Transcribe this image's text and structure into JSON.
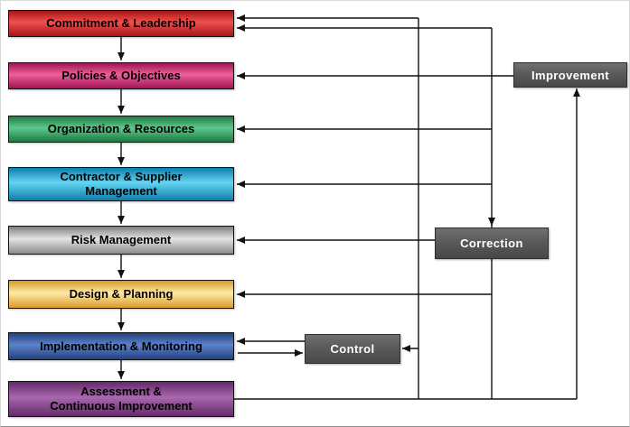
{
  "diagram": {
    "flow_boxes": [
      {
        "id": "commitment-leadership",
        "label": "Commitment & Leadership",
        "colors": {
          "top": "#a51417",
          "mid": "#f0504d",
          "bottom": "#a51417"
        }
      },
      {
        "id": "policies-objectives",
        "label": "Policies & Objectives",
        "colors": {
          "top": "#9c1653",
          "mid": "#ee5f9b",
          "bottom": "#9c1653"
        }
      },
      {
        "id": "organization-resources",
        "label": "Organization & Resources",
        "colors": {
          "top": "#1d7a44",
          "mid": "#5ec98a",
          "bottom": "#1d7a44"
        }
      },
      {
        "id": "contractor-supplier-management",
        "label": "Contractor & Supplier\nManagement",
        "colors": {
          "top": "#0b7fae",
          "mid": "#66d4f0",
          "bottom": "#0b7fae"
        }
      },
      {
        "id": "risk-management",
        "label": "Risk Management",
        "colors": {
          "top": "#7f7f7f",
          "mid": "#e3e3e3",
          "bottom": "#8a8a8a"
        }
      },
      {
        "id": "design-planning",
        "label": "Design & Planning",
        "colors": {
          "top": "#d89b27",
          "mid": "#ffe9a8",
          "bottom": "#d89b27"
        }
      },
      {
        "id": "implementation-monitoring",
        "label": "Implementation & Monitoring",
        "colors": {
          "top": "#20407f",
          "mid": "#5f82c8",
          "bottom": "#20407f"
        }
      },
      {
        "id": "assessment-continuous-improvement",
        "label": "Assessment &\nContinuous Improvement",
        "colors": {
          "top": "#642a68",
          "mid": "#a868ae",
          "bottom": "#642a68"
        }
      }
    ],
    "feedback_boxes": [
      {
        "id": "improvement",
        "label": "Improvement",
        "colors": {
          "top": "#707070",
          "mid": "#5a5a5a",
          "bottom": "#484848"
        }
      },
      {
        "id": "correction",
        "label": "Correction",
        "colors": {
          "top": "#707070",
          "mid": "#5a5a5a",
          "bottom": "#484848"
        }
      },
      {
        "id": "control",
        "label": "Control",
        "colors": {
          "top": "#707070",
          "mid": "#5a5a5a",
          "bottom": "#484848"
        }
      }
    ],
    "colors": {
      "arrow": "#111111",
      "flow_box_text": "#000000",
      "feedback_box_text": "#ffffff",
      "background": "#ffffff"
    }
  }
}
